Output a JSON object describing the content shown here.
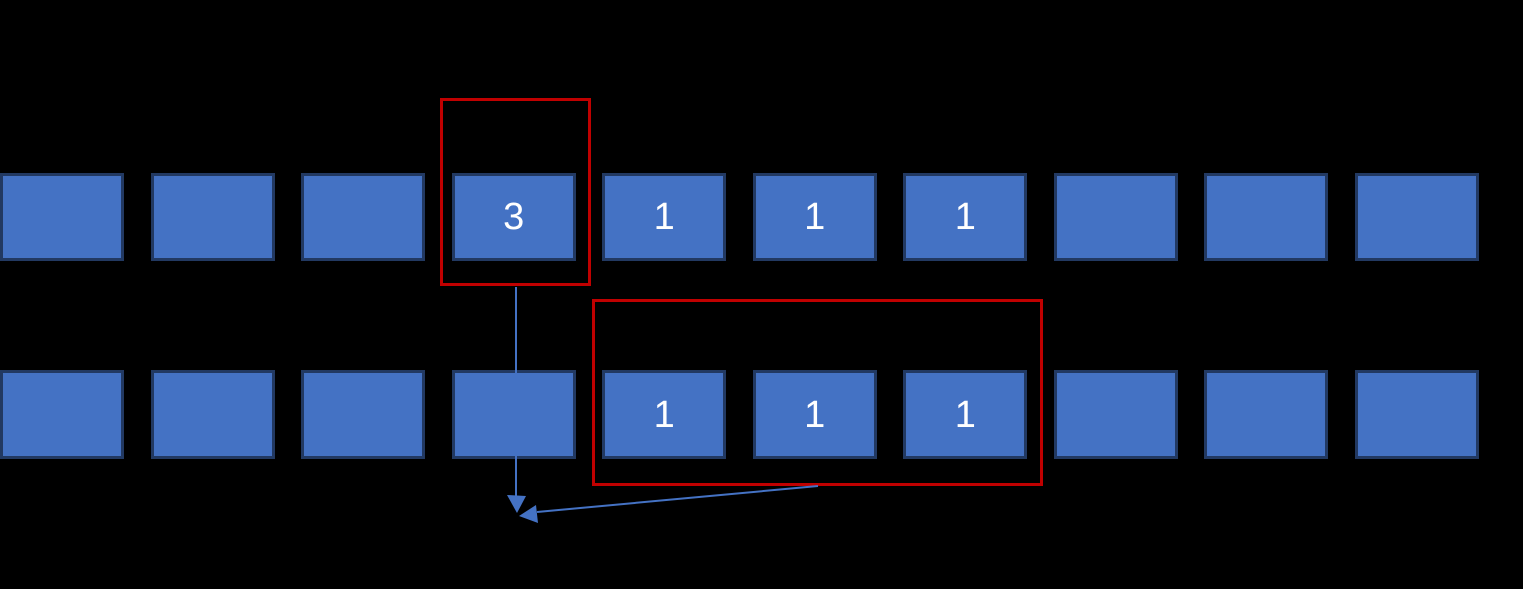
{
  "diagram": {
    "description": "Two rows of array cells; a selected cell with value 3 in the top row maps to a highlighted group of three cells with value 1 in the bottom row, with arrows converging below.",
    "top_row": {
      "cells": [
        "",
        "",
        "",
        "3",
        "1",
        "1",
        "1",
        "",
        "",
        ""
      ]
    },
    "bottom_row": {
      "cells": [
        "",
        "",
        "",
        "",
        "1",
        "1",
        "1",
        "",
        "",
        ""
      ]
    }
  },
  "colors": {
    "background": "#000000",
    "cell_fill": "#4472C4",
    "cell_border": "#223962",
    "cell_text": "#FFFFFF",
    "highlight_border": "#C00000",
    "connector": "#4472C4"
  }
}
